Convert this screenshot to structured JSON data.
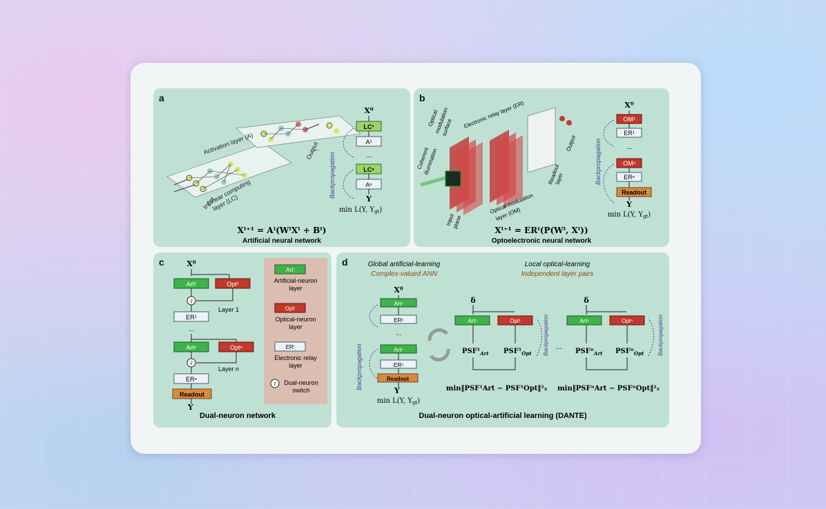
{
  "panels": {
    "a": {
      "label": "a",
      "activation_layer": "Activation layer (A)",
      "linear_layer_1": "Linear computing",
      "linear_layer_2": "layer (LC)",
      "input": "Input",
      "output": "Output",
      "backprop": "Backpropagation",
      "x0": "X⁰",
      "stack": [
        "LC¹",
        "A¹",
        "...",
        "LCⁿ",
        "Aⁿ"
      ],
      "y": "Y",
      "loss": "min L(Y, Y",
      "loss_sub": "gt",
      "loss_end": ")",
      "equation": "Xˡ⁺¹ = Aˡ(WˡXˡ + Bˡ)",
      "title": "Artificial neural network"
    },
    "b": {
      "label": "b",
      "oms_1": "Optical",
      "oms_2": "modulation",
      "oms_3": "surface",
      "er_layer": "Electronic relay layer (ER)",
      "coherent_1": "Coherent",
      "coherent_2": "illumination",
      "input_1": "Input",
      "input_2": "plane",
      "om_1": "Optical modulation",
      "om_2": "layer (OM)",
      "readout_1": "Readout",
      "readout_2": "layer",
      "output": "Output",
      "backprop": "Backpropagation",
      "x0": "X⁰",
      "stack": [
        "OM¹",
        "ER¹",
        "...",
        "OMⁿ",
        "ERⁿ",
        "Readout"
      ],
      "y": "Y",
      "loss": "min L(Y, Y",
      "loss_sub": "gt",
      "loss_end": ")",
      "equation": "Xˡ⁺¹ = ERˡ(P(Wˡ, Xˡ))",
      "title": "Optoelectronic neural network"
    },
    "c": {
      "label": "c",
      "x0": "X⁰",
      "art1": "Art¹",
      "opt1": "Opt¹",
      "layer1": "Layer 1",
      "er1": "ER¹",
      "dots": "...",
      "artn": "Artⁿ",
      "optn": "Optⁿ",
      "layern": "Layer n",
      "ern": "ERⁿ",
      "readout": "Readout",
      "y": "Y",
      "switch_symbol": "ℓ",
      "legend": {
        "art_box": "Artⁱ",
        "art_text_1": "Artificial-neuron",
        "art_text_2": "layer",
        "opt_box": "Optⁱ",
        "opt_text_1": "Optical-neuron",
        "opt_text_2": "layer",
        "er_box": "ERⁱ",
        "er_text_1": "Electronic relay",
        "er_text_2": "layer",
        "switch_text_1": "Dual-neuron",
        "switch_text_2": "switch"
      },
      "title": "Dual-neuron network"
    },
    "d": {
      "label": "d",
      "global_1": "Global artificial-learning",
      "global_2": "Complex-valued ANN",
      "local_1": "Local optical-learning",
      "local_2": "Independent layer pairs",
      "backprop": "Backpropagation",
      "x0": "X⁰",
      "stack": [
        "Art¹",
        "ER¹",
        "...",
        "Artⁿ",
        "ERⁿ",
        "Readout"
      ],
      "y": "Y",
      "loss": "min L(Y, Y",
      "loss_sub": "gt",
      "loss_end": ")",
      "delta": "δ",
      "pair1": {
        "art": "Art¹",
        "opt": "Opt¹",
        "psf_art": "PSF¹",
        "psf_opt": "PSF¹",
        "min": "min‖PSF¹Art − PSF¹Opt‖²₂"
      },
      "pairn": {
        "art": "Artⁿ",
        "opt": "Optⁿ",
        "psf_art": "PSFⁿ",
        "psf_opt": "PSFⁿ",
        "min": "min‖PSFⁿArt − PSFⁿOpt‖²₂"
      },
      "sub_art": "Art",
      "sub_opt": "Opt",
      "ellipsis": "...",
      "title": "Dual-neuron optical-artificial learning (DANTE)"
    }
  },
  "colors": {
    "panel": "#bfe1d4",
    "green_box": "#3fb24a",
    "light_green_box": "#9bd36a",
    "red_box": "#c0392b",
    "er_box": "#eaf3f8",
    "readout_box": "#d98a3b",
    "backprop_arrow": "#4a3f8f"
  }
}
